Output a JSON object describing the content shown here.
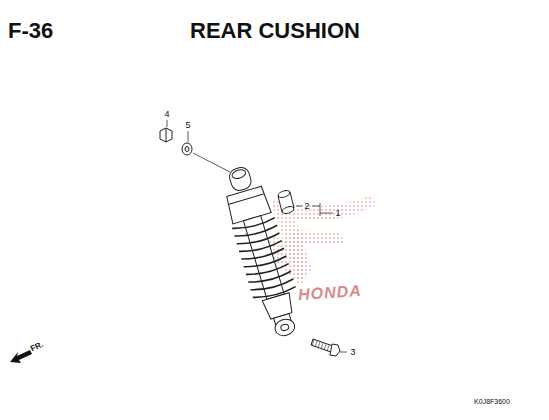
{
  "diagram": {
    "title": "REAR CUSHION",
    "labels": [
      "F-36",
      "4",
      "5",
      "2",
      "1",
      "3",
      "FR.",
      "K0J8F3600",
      "HONDA"
    ]
  }
}
